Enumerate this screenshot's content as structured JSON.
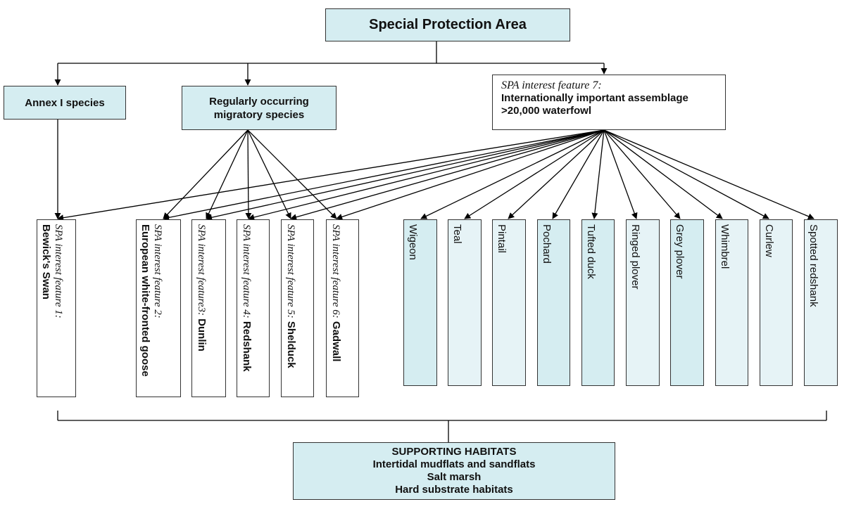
{
  "root": {
    "label": "Special Protection Area"
  },
  "categories": {
    "annex": "Annex I species",
    "migratory": "Regularly occurring migratory species",
    "assemblage": {
      "italic": "SPA interest feature 7:",
      "bold_line1": "Internationally important assemblage",
      "bold_line2": ">20,000 waterfowl"
    }
  },
  "features": [
    {
      "italic": "SPA interest feature 1:",
      "name": "Bewick's Swan"
    },
    {
      "italic": "SPA interest feature 2:",
      "name": "European white-fronted goose"
    },
    {
      "italic": "SPA interest feature3:",
      "name": "Dunlin"
    },
    {
      "italic": "SPA interest feature 4:",
      "name": "Redshank"
    },
    {
      "italic": "SPA interest feature 5:",
      "name": "Shelduck"
    },
    {
      "italic": "SPA interest feature 6:",
      "name": "Gadwall"
    }
  ],
  "assemblage_species": [
    {
      "name": "Wigeon"
    },
    {
      "name": "Teal"
    },
    {
      "name": "Pintail"
    },
    {
      "name": "Pochard"
    },
    {
      "name": "Tufted duck"
    },
    {
      "name": "Ringed plover"
    },
    {
      "name": "Grey plover"
    },
    {
      "name": "Whimbrel"
    },
    {
      "name": "Curlew"
    },
    {
      "name": "Spotted redshank"
    }
  ],
  "habitats": {
    "heading": "SUPPORTING HABITATS",
    "items": [
      "Intertidal mudflats and sandflats",
      "Salt marsh",
      "Hard substrate habitats"
    ]
  },
  "colors": {
    "box_blue": "#d5edf1",
    "box_light": "#e6f3f6",
    "line": "#000000"
  }
}
